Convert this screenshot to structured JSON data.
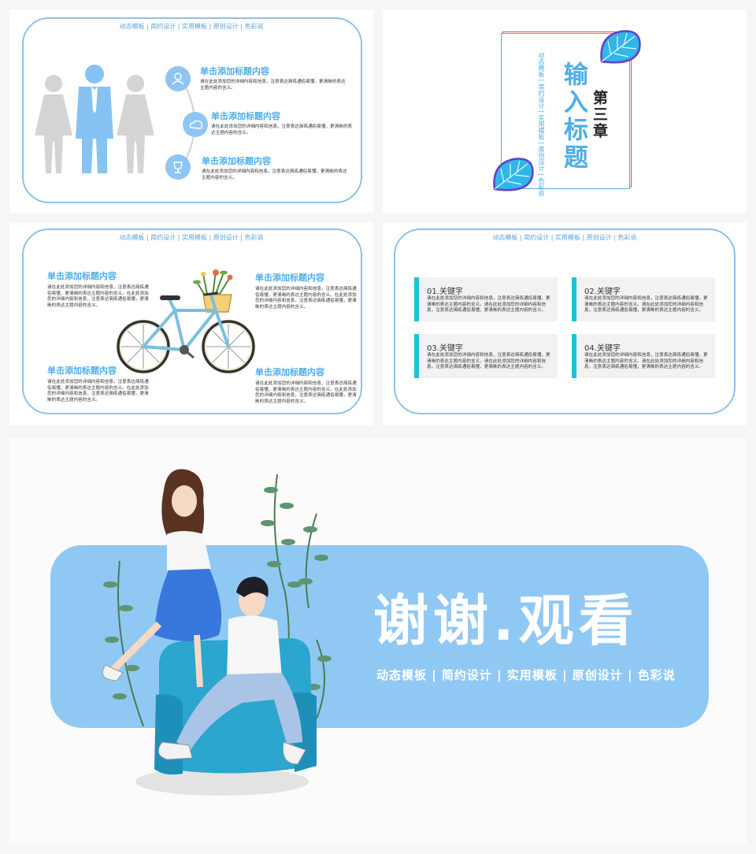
{
  "tagline": "动态模板 | 简约设计 | 实用模板 | 原创设计 | 色彩说",
  "slide1": {
    "items": [
      {
        "title": "单击添加标题内容",
        "body": "请在此处添加您的详细内容和信息，注意表达简练通俗易懂，更清晰的表达主题内容的含义。",
        "icon": "user-icon"
      },
      {
        "title": "单击添加标题内容",
        "body": "请在此处添加您的详细内容和信息，注意表达简练通俗易懂，更清晰的表达主题内容的含义。",
        "icon": "cloud-icon"
      },
      {
        "title": "单击添加标题内容",
        "body": "请在此处添加您的详细内容和信息，注意表达简练通俗易懂，更清晰的表达主题内容的含义。",
        "icon": "trophy-icon"
      }
    ]
  },
  "slide2": {
    "chapter": "第三章",
    "title": "输入标题",
    "tagline": "动态模板 | 简约设计 | 实用模板 | 原创设计 | 色彩说"
  },
  "slide3": {
    "items": [
      {
        "title": "单击添加标题内容",
        "body": "请在此处添加您的详细内容和信息，注意表达简练通俗易懂，更清晰的表达主题内容的含义。在此处添加您的详细内容和信息，注意表达简练通俗易懂，更清晰的表达主题内容的含义。"
      },
      {
        "title": "单击添加标题内容",
        "body": "请在此处添加您的详细内容和信息，注意表达简练通俗易懂，更清晰的表达主题内容的含义。在此处添加您的详细内容和信息，注意表达简练通俗易懂，更清晰的表达主题内容的含义。"
      },
      {
        "title": "单击添加标题内容",
        "body": "请在此处添加您的详细内容和信息，注意表达简练通俗易懂，更清晰的表达主题内容的含义。在此处添加您的详细内容和信息，注意表达简练通俗易懂，更清晰的表达主题内容的含义。"
      },
      {
        "title": "单击添加标题内容",
        "body": "请在此处添加您的详细内容和信息，注意表达简练通俗易懂，更清晰的表达主题内容的含义。在此处添加您的详细内容和信息，注意表达简练通俗易懂，更清晰的表达主题内容的含义。"
      }
    ]
  },
  "slide4": {
    "cards": [
      {
        "keyword": "01.关键字",
        "body": "请在此处添加您的详细内容和信息，注意表达简练通俗易懂，更清晰的表达主题内容的含义。请在此处添加您的详细内容和信息，注意表达简练通俗易懂，更清晰的表达主题内容的含义。"
      },
      {
        "keyword": "02.关键字",
        "body": "请在此处添加您的详细内容和信息，注意表达简练通俗易懂，更清晰的表达主题内容的含义。请在此处添加您的详细内容和信息，注意表达简练通俗易懂，更清晰的表达主题内容的含义。"
      },
      {
        "keyword": "03.关键字",
        "body": "请在此处添加您的详细内容和信息，注意表达简练通俗易懂，更清晰的表达主题内容的含义。请在此处添加您的详细内容和信息，注意表达简练通俗易懂，更清晰的表达主题内容的含义。"
      },
      {
        "keyword": "04.关键字",
        "body": "请在此处添加您的详细内容和信息，注意表达简练通俗易懂，更清晰的表达主题内容的含义。请在此处添加您的详细内容和信息，注意表达简练通俗易懂，更清晰的表达主题内容的含义。"
      }
    ]
  },
  "slide5": {
    "title": "谢谢.观看",
    "tagline": "动态模板 | 简约设计 | 实用模板 | 原创设计 | 色彩说"
  },
  "colors": {
    "accent": "#8ec5f2",
    "cyan": "#19c6d8",
    "title_blue": "#4eaee8",
    "banner": "#90c8f4"
  }
}
